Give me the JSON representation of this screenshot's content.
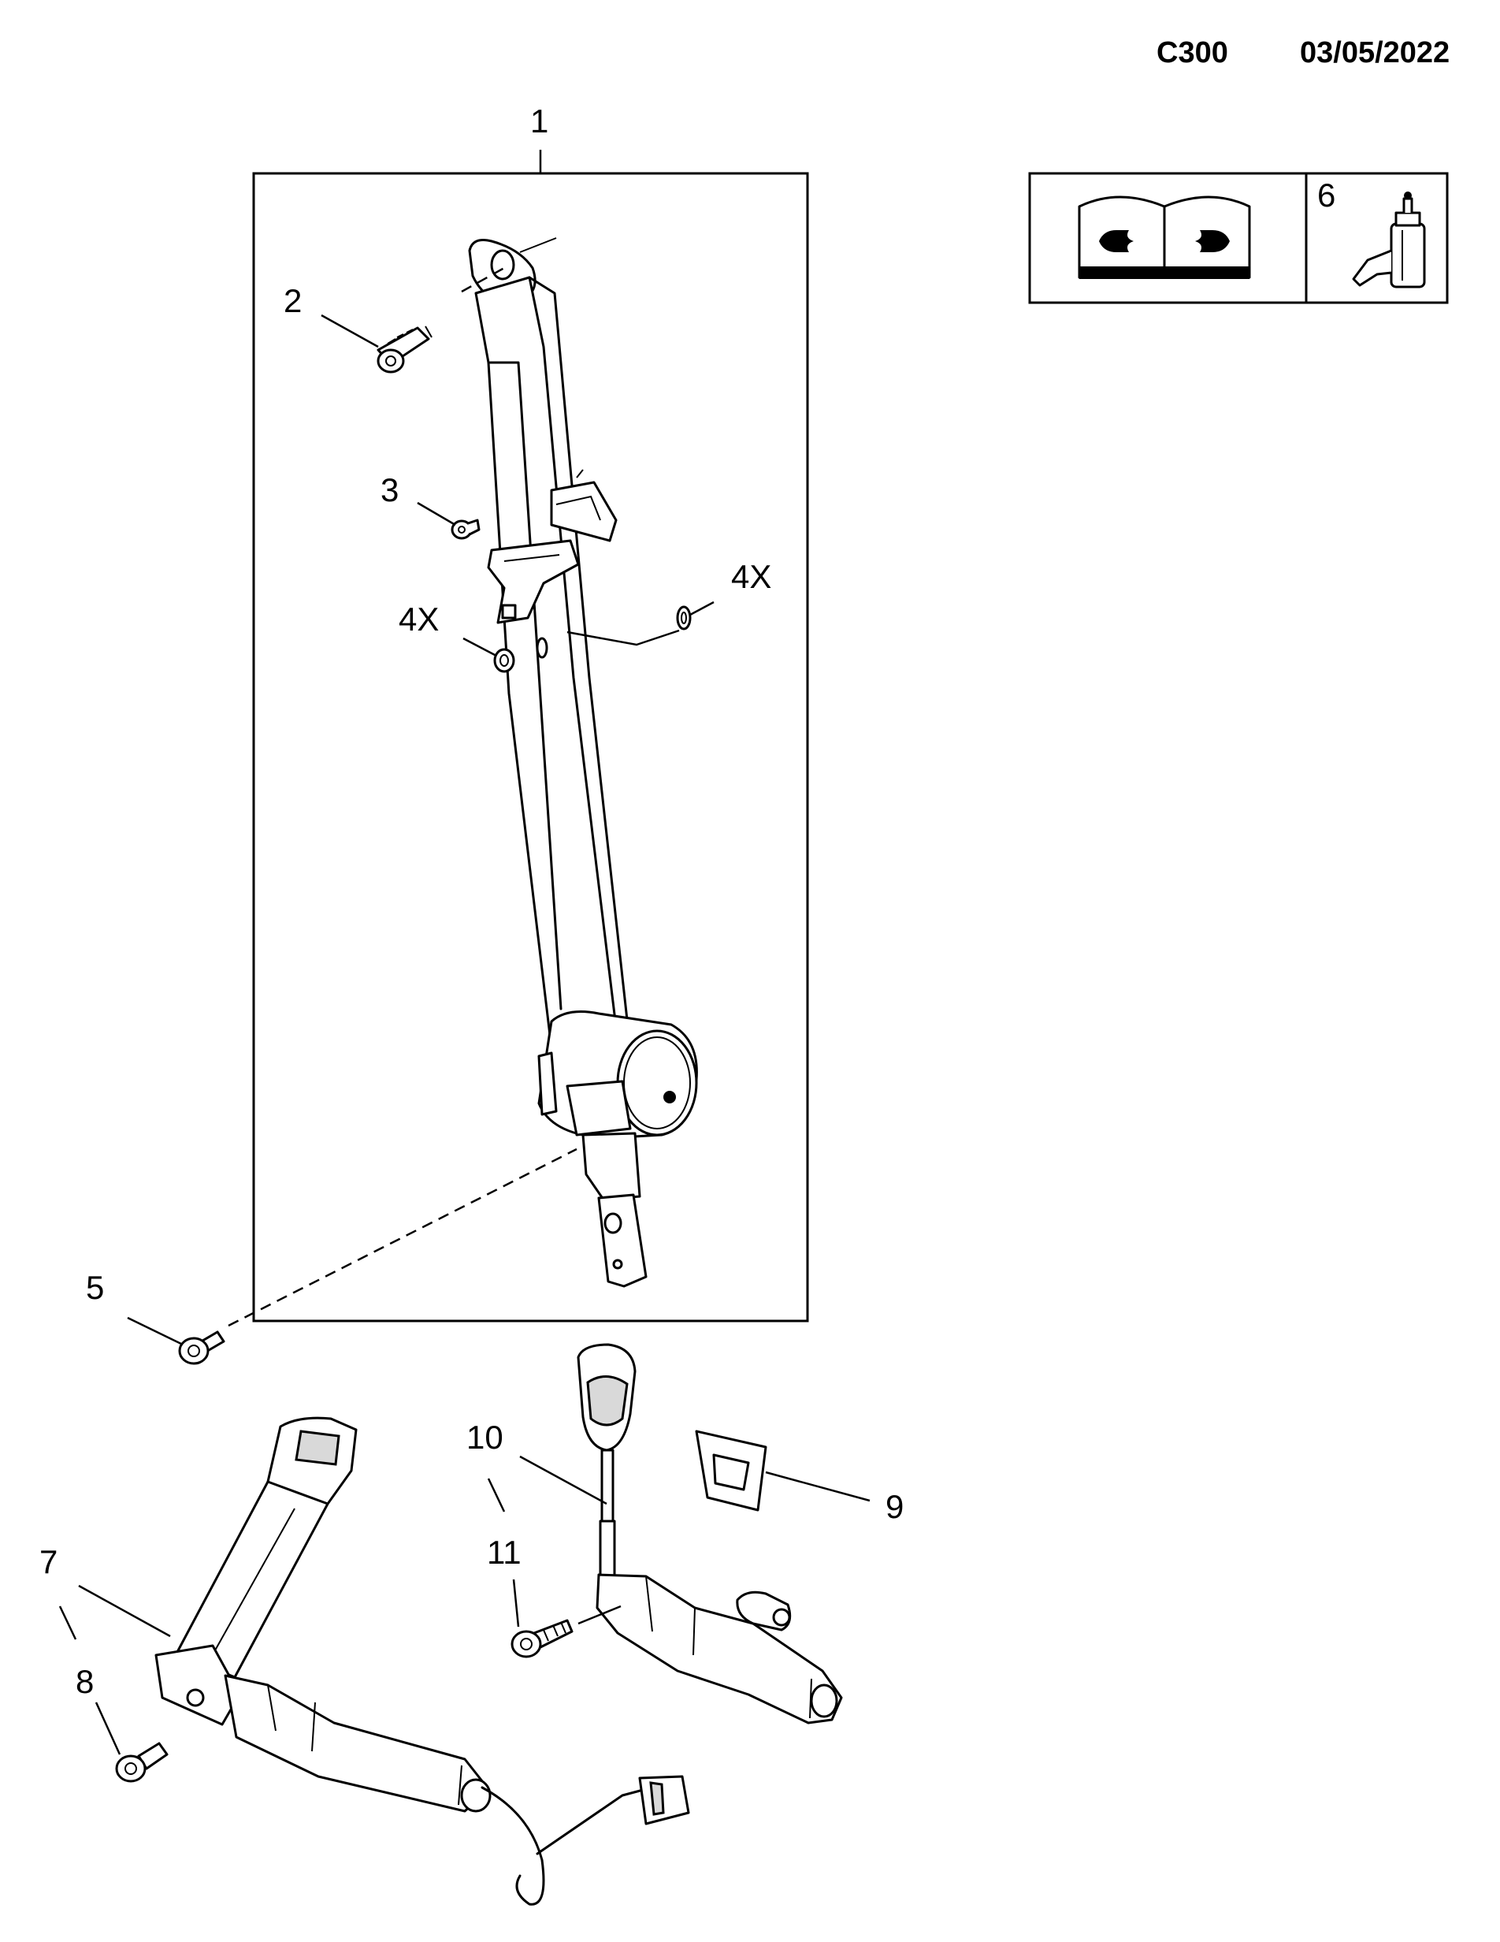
{
  "header": {
    "model_code": "C300",
    "date": "03/05/2022"
  },
  "legend_box": {
    "manual_icon": "repair-manual-wrench-icon",
    "adhesive_callout": "6",
    "adhesive_icon": "thread-locker-bottle-icon"
  },
  "callouts": {
    "c1": "1",
    "c2": "2",
    "c3": "3",
    "c4x_right": "4X",
    "c4x_left": "4X",
    "c5": "5",
    "c7": "7",
    "c8": "8",
    "c9": "9",
    "c10": "10",
    "c11": "11"
  }
}
